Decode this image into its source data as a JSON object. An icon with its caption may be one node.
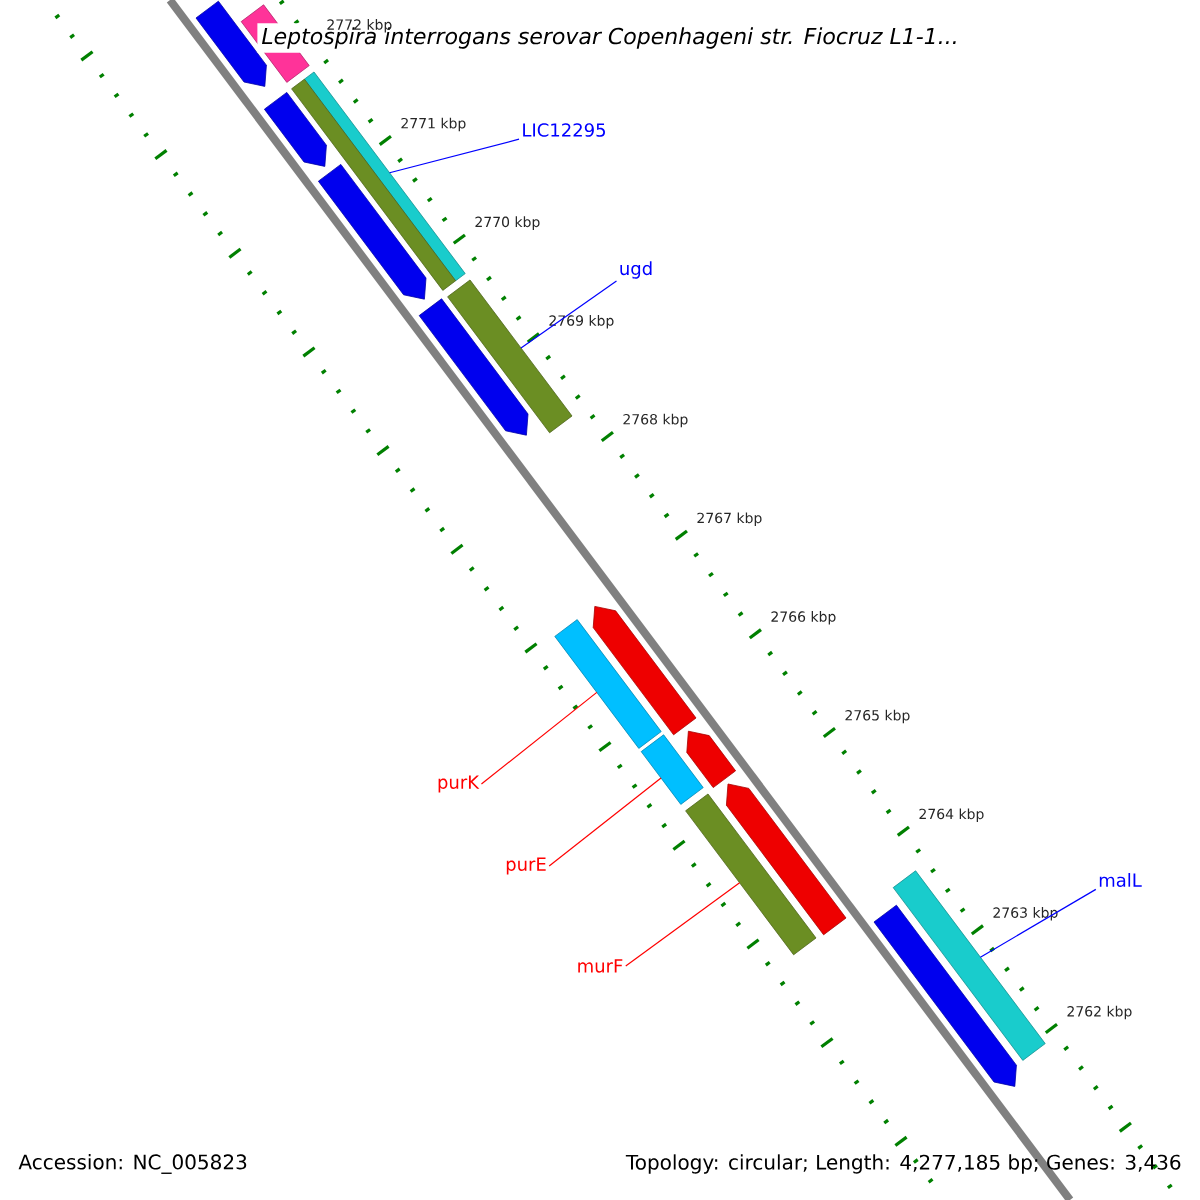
{
  "diagram": {
    "title": "Leptospira interrogans serovar Copenhageni str. Fiocruz L1-1...",
    "nodes": [
      {
        "text": [
          "LIC12295"
        ]
      },
      {
        "text": [],
        "shape": "bar"
      },
      {
        "text": [
          "ugd"
        ]
      },
      {
        "text": [],
        "shape": "bar"
      },
      {
        "text": [
          "purK"
        ]
      },
      {
        "text": [],
        "shape": "bar"
      },
      {
        "text": [
          "purE"
        ]
      },
      {
        "text": [],
        "shape": "bar"
      },
      {
        "text": [
          "murF"
        ]
      },
      {
        "text": [],
        "shape": "bar"
      },
      {
        "text": [
          "malL"
        ]
      },
      {
        "text": [],
        "shape": "bar"
      },
      {
        "text": [],
        "shape": "arrow"
      },
      {
        "text": [],
        "shape": "bar"
      },
      {
        "text": [],
        "shape": "arrow"
      },
      {
        "text": [],
        "shape": "bar"
      },
      {
        "text": [],
        "shape": "arrow"
      },
      {
        "text": [],
        "shape": "arrow"
      },
      {
        "text": [],
        "shape": "arrow"
      },
      {
        "text": [],
        "shape": "arrow"
      },
      {
        "text": [],
        "shape": "arrow"
      },
      {
        "text": [],
        "shape": "arrow"
      }
    ],
    "edges": [
      {
        "from": 0,
        "to": 1,
        "arrow": "none",
        "color": "#0000ff"
      },
      {
        "from": 2,
        "to": 3,
        "arrow": "none",
        "color": "#0000ff"
      },
      {
        "from": 4,
        "to": 5,
        "arrow": "none",
        "color": "#ff0000"
      },
      {
        "from": 6,
        "to": 7,
        "arrow": "none",
        "color": "#ff0000"
      },
      {
        "from": 8,
        "to": 9,
        "arrow": "none",
        "color": "#ff0000"
      },
      {
        "from": 10,
        "to": 11,
        "arrow": "none",
        "color": "#0000ff"
      }
    ],
    "labels": [
      "2772 kbp",
      "2771 kbp",
      "2770 kbp",
      "2769 kbp",
      "2768 kbp",
      "2767 kbp",
      "2766 kbp",
      "2765 kbp",
      "2764 kbp",
      "2763 kbp",
      "2762 kbp",
      "Accession: NC_005823",
      "Topology: circular; Length: 4,277,185 bp; Genes: 3,436"
    ]
  }
}
